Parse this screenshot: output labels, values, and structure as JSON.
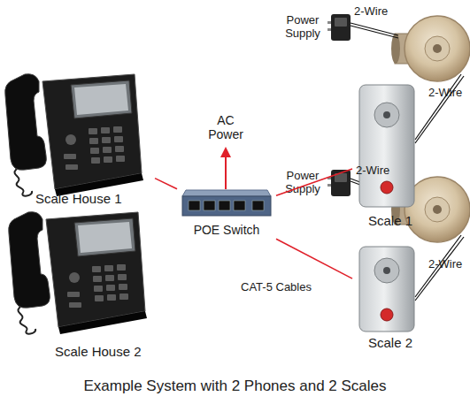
{
  "diagram": {
    "caption": "Example System with 2 Phones and 2 Scales",
    "nodes": [
      {
        "text": [
          "Power Supply"
        ]
      },
      {
        "text": [
          "Scale House 1"
        ]
      },
      {
        "text": [
          "Scale 1"
        ]
      },
      {
        "text": [
          "POE Switch"
        ]
      },
      {
        "text": [
          "Power Supply"
        ]
      },
      {
        "text": [
          "Scale House 2"
        ]
      },
      {
        "text": [
          "Scale 2"
        ]
      }
    ],
    "edges": [
      {
        "from": 1,
        "to": 3,
        "arrow": "none"
      },
      {
        "from": 5,
        "to": 3,
        "arrow": "none"
      },
      {
        "from": 3,
        "to": 2,
        "arrow": "none"
      },
      {
        "from": 3,
        "to": 6,
        "arrow": "none"
      }
    ],
    "labels": [
      "2-Wire",
      "2-Wire",
      "AC Power",
      "2-Wire",
      "2-Wire",
      "CAT-5 Cables"
    ]
  }
}
